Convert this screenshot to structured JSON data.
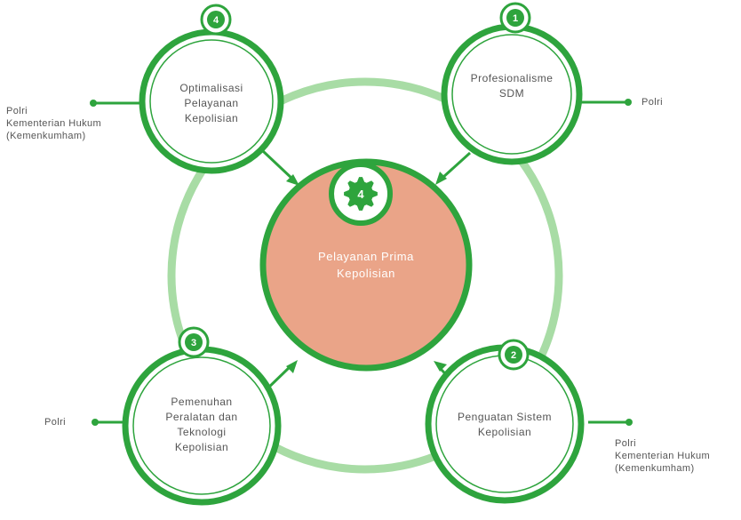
{
  "colors": {
    "ring_light": "#a8dca5",
    "ring_dark": "#2ea43d",
    "center_fill": "#eaa488",
    "connector": "#2ea43d",
    "badge_fill": "#ffffff",
    "badge_ring": "#2ea43d"
  },
  "center": {
    "badge": "4",
    "line1": "Pelayanan Prima",
    "line2": "Kepolisian"
  },
  "nodes": [
    {
      "id": "4",
      "lines": [
        "Optimalisasi",
        "Pelayanan",
        "Kepolisian"
      ]
    },
    {
      "id": "1",
      "lines": [
        "Profesionalisme",
        "SDM"
      ]
    },
    {
      "id": "3",
      "lines": [
        "Pemenuhan",
        "Peralatan dan",
        "Teknologi",
        "Kepolisian"
      ]
    },
    {
      "id": "2",
      "lines": [
        "Penguatan Sistem",
        "Kepolisian"
      ]
    }
  ],
  "side_labels": {
    "top_left": [
      "Polri",
      "Kementerian Hukum",
      "(Kemenkumham)"
    ],
    "top_right": [
      "Polri"
    ],
    "bottom_left": [
      "Polri"
    ],
    "bottom_right": [
      "Polri",
      "Kementerian Hukum",
      "(Kemenkumham)"
    ]
  }
}
